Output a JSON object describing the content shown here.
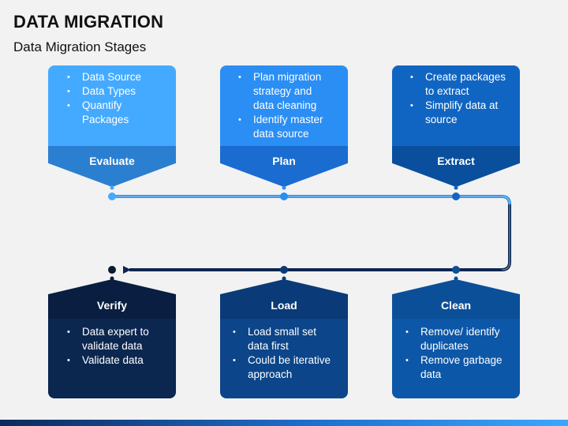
{
  "header": {
    "title": "DATA MIGRATION",
    "subtitle": "Data Migration Stages"
  },
  "stages": {
    "evaluate": {
      "label": "Evaluate",
      "items": [
        "Data Source",
        "Data Types",
        "Quantify Packages"
      ]
    },
    "plan": {
      "label": "Plan",
      "items": [
        "Plan migration strategy and data cleaning",
        "Identify master data source"
      ]
    },
    "extract": {
      "label": "Extract",
      "items": [
        "Create packages to extract",
        "Simplify data at source"
      ]
    },
    "clean": {
      "label": "Clean",
      "items": [
        "Remove/ identify duplicates",
        "Remove garbage data"
      ]
    },
    "load": {
      "label": "Load",
      "items": [
        "Load small set data first",
        "Could be iterative approach"
      ]
    },
    "verify": {
      "label": "Verify",
      "items": [
        "Data expert to validate data",
        "Validate data"
      ]
    }
  },
  "colors": {
    "evaluate": "#44aaff",
    "plan": "#2a8ef5",
    "extract": "#1065c2",
    "clean": "#0d57a8",
    "load": "#0c4589",
    "verify": "#0b2750",
    "connector_top": "#2f8fe6",
    "connector_bottom": "#0b2750",
    "background": "#f2f2f2"
  }
}
